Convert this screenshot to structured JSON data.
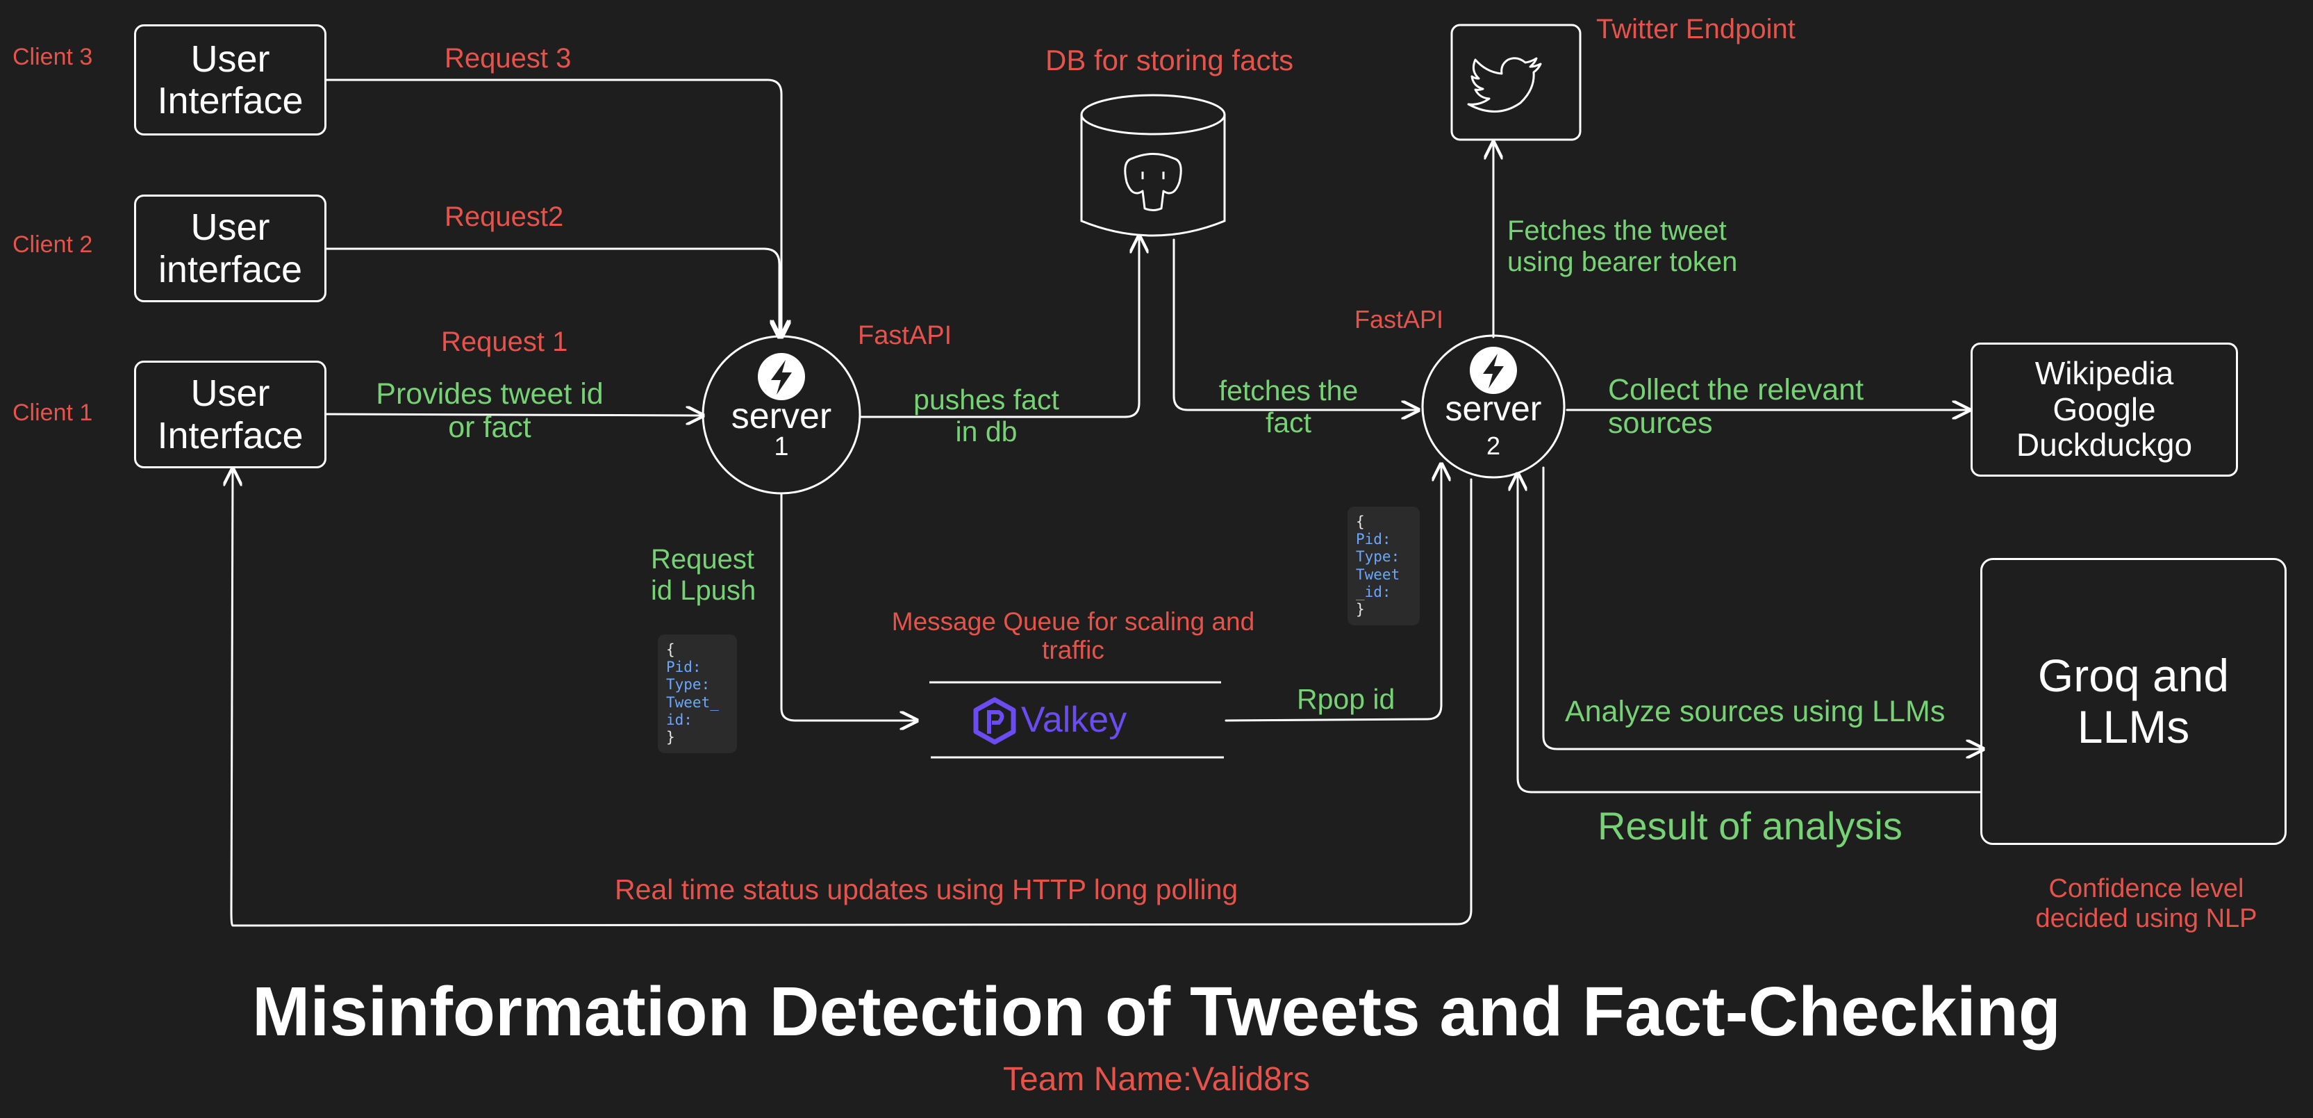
{
  "clients": [
    {
      "label": "Client 3",
      "box": "User\nInterface",
      "request": "Request 3"
    },
    {
      "label": "Client 2",
      "box": "User\ninterface",
      "request": "Request2"
    },
    {
      "label": "Client 1",
      "box": "User\nInterface",
      "request": "Request 1"
    }
  ],
  "edges": {
    "provides": "Provides tweet id\nor fact",
    "pushes": "pushes fact\nin db",
    "fetches_fact": "fetches the\nfact",
    "fetches_tweet": "Fetches the tweet\nusing bearer token",
    "collect": "Collect the relevant\nsources",
    "request_lpush": "Request\nid Lpush",
    "rpop": "Rpop id",
    "analyze": "Analyze sources using LLMs",
    "result": "Result of analysis",
    "realtime": "Real time status updates using HTTP long polling"
  },
  "nodes": {
    "server1": {
      "name": "server",
      "num": "1",
      "tag": "FastAPI"
    },
    "server2": {
      "name": "server",
      "num": "2",
      "tag": "FastAPI"
    },
    "db_label": "DB for storing facts",
    "twitter_label": "Twitter Endpoint",
    "sources": "Wikipedia\nGoogle\nDuckduckgo",
    "llm": "Groq and\nLLMs",
    "confidence": "Confidence level\ndecided using NLP",
    "queue_label": "Message Queue for scaling and\ntraffic",
    "valkey": "Valkey"
  },
  "payload1": {
    "open": "{",
    "fields": [
      "Pid:",
      "Type:",
      "Tweet_",
      "id:"
    ],
    "close": "}"
  },
  "payload2": {
    "open": "{",
    "fields": [
      "Pid:",
      "Type:",
      "Tweet",
      "_id:"
    ],
    "close": "}"
  },
  "footer": {
    "title": "Misinformation Detection of Tweets and Fact-Checking",
    "team": "Team Name:Valid8rs"
  },
  "colors": {
    "bg": "#1e1e1e",
    "red": "#e5534b",
    "green": "#76d275",
    "white": "#ffffff",
    "valkey": "#6a4cf0"
  }
}
